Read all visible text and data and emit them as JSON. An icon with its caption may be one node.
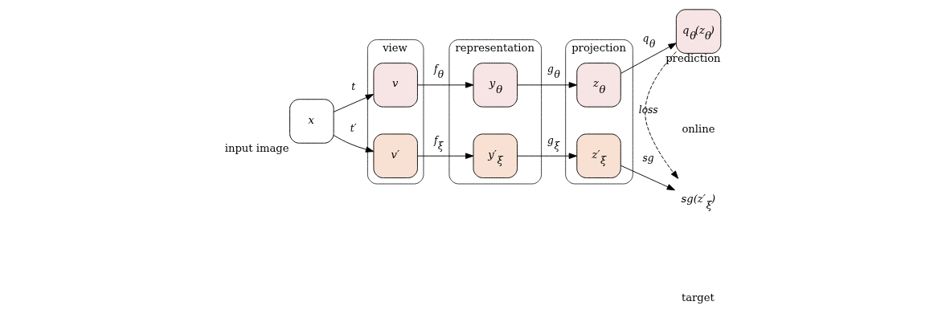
{
  "diagram": {
    "nodes": [
      {
        "text": [
          "x"
        ],
        "beside": [
          "input image"
        ]
      },
      {
        "text": [
          "view"
        ]
      },
      {
        "text": [
          "v"
        ],
        "in": 1
      },
      {
        "text": [
          "v′"
        ],
        "in": 1
      },
      {
        "text": [
          "representation"
        ]
      },
      {
        "text": [
          "y$_{θ}$"
        ],
        "in": 4
      },
      {
        "text": [
          "y′$_{ξ}$"
        ],
        "in": 4
      },
      {
        "text": [
          "projection"
        ]
      },
      {
        "text": [
          "z$_{θ}$"
        ],
        "in": 7
      },
      {
        "text": [
          "z′$_{ξ}$"
        ],
        "in": 7
      },
      {
        "text": [
          "q$_{θ}$(z$_{θ}$)"
        ],
        "beside": [
          "prediction"
        ]
      },
      {
        "text": [
          "sg(z′$_{ξ}$)"
        ]
      }
    ],
    "edges": [
      {
        "from": 0,
        "to": 2,
        "arrow": "to",
        "label": "t"
      },
      {
        "from": 0,
        "to": 3,
        "arrow": "to",
        "label": "t′"
      },
      {
        "from": 2,
        "to": 5,
        "arrow": "to",
        "label": "f$_{θ}$"
      },
      {
        "from": 3,
        "to": 6,
        "arrow": "to",
        "label": "f$_{ξ}$"
      },
      {
        "from": 5,
        "to": 8,
        "arrow": "to",
        "label": "g$_{θ}$"
      },
      {
        "from": 6,
        "to": 9,
        "arrow": "to",
        "label": "g$_{ξ}$"
      },
      {
        "from": 8,
        "to": 10,
        "arrow": "to",
        "label": "q$_{θ}$"
      },
      {
        "from": 9,
        "to": 11,
        "arrow": "to",
        "label": "sg"
      },
      {
        "from": 10,
        "to": 11,
        "arrow": "to",
        "label": "loss",
        "style": "dashed"
      }
    ],
    "labels": [
      "online",
      "target"
    ]
  }
}
